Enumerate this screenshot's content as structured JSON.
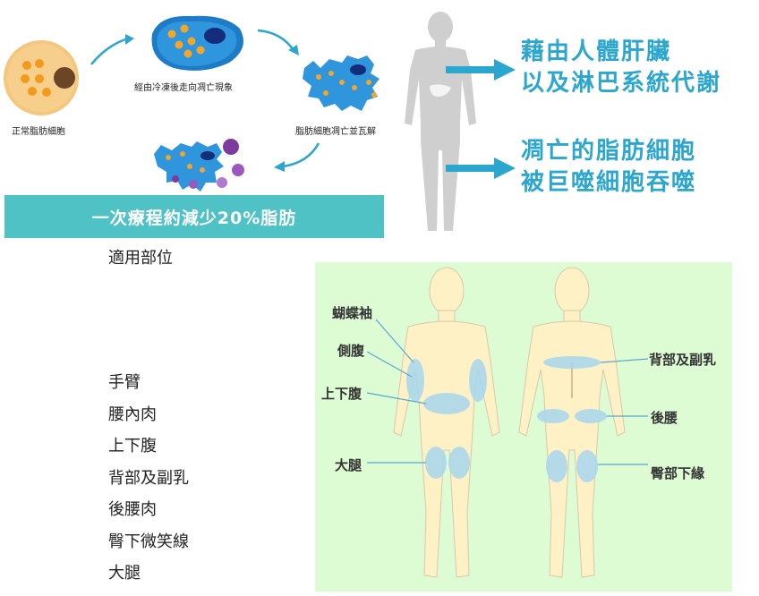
{
  "process": {
    "normal_cell_caption": "正常脂肪細胞",
    "freeze_caption": "經由冷凍後走向凋亡現象",
    "collapse_caption": "脂肪細胞凋亡並瓦解",
    "banner": "一次療程約減少20%脂肪"
  },
  "metabolism": {
    "line1": "藉由人體肝臟",
    "line2": "以及淋巴系統代謝",
    "line3": "凋亡的脂肪細胞",
    "line4": "被巨噬細胞吞噬"
  },
  "applicable": {
    "title": "適用部位",
    "areas": [
      "手臂",
      "腰內肉",
      "上下腹",
      "背部及副乳",
      "後腰肉",
      "臀下微笑線",
      "大腿"
    ]
  },
  "diagram": {
    "labels": {
      "butterfly_arm": "蝴蝶袖",
      "flank": "側腹",
      "abdomen": "上下腹",
      "thigh": "大腿",
      "back_bra": "背部及副乳",
      "lower_back": "後腰",
      "under_buttock": "臀部下緣"
    }
  },
  "colors": {
    "accent": "#2aa6cf",
    "banner": "#4ec2c4",
    "panel": "#ddfcd4",
    "skin": "#fdf1c5",
    "zone": "#a9d6ee"
  }
}
